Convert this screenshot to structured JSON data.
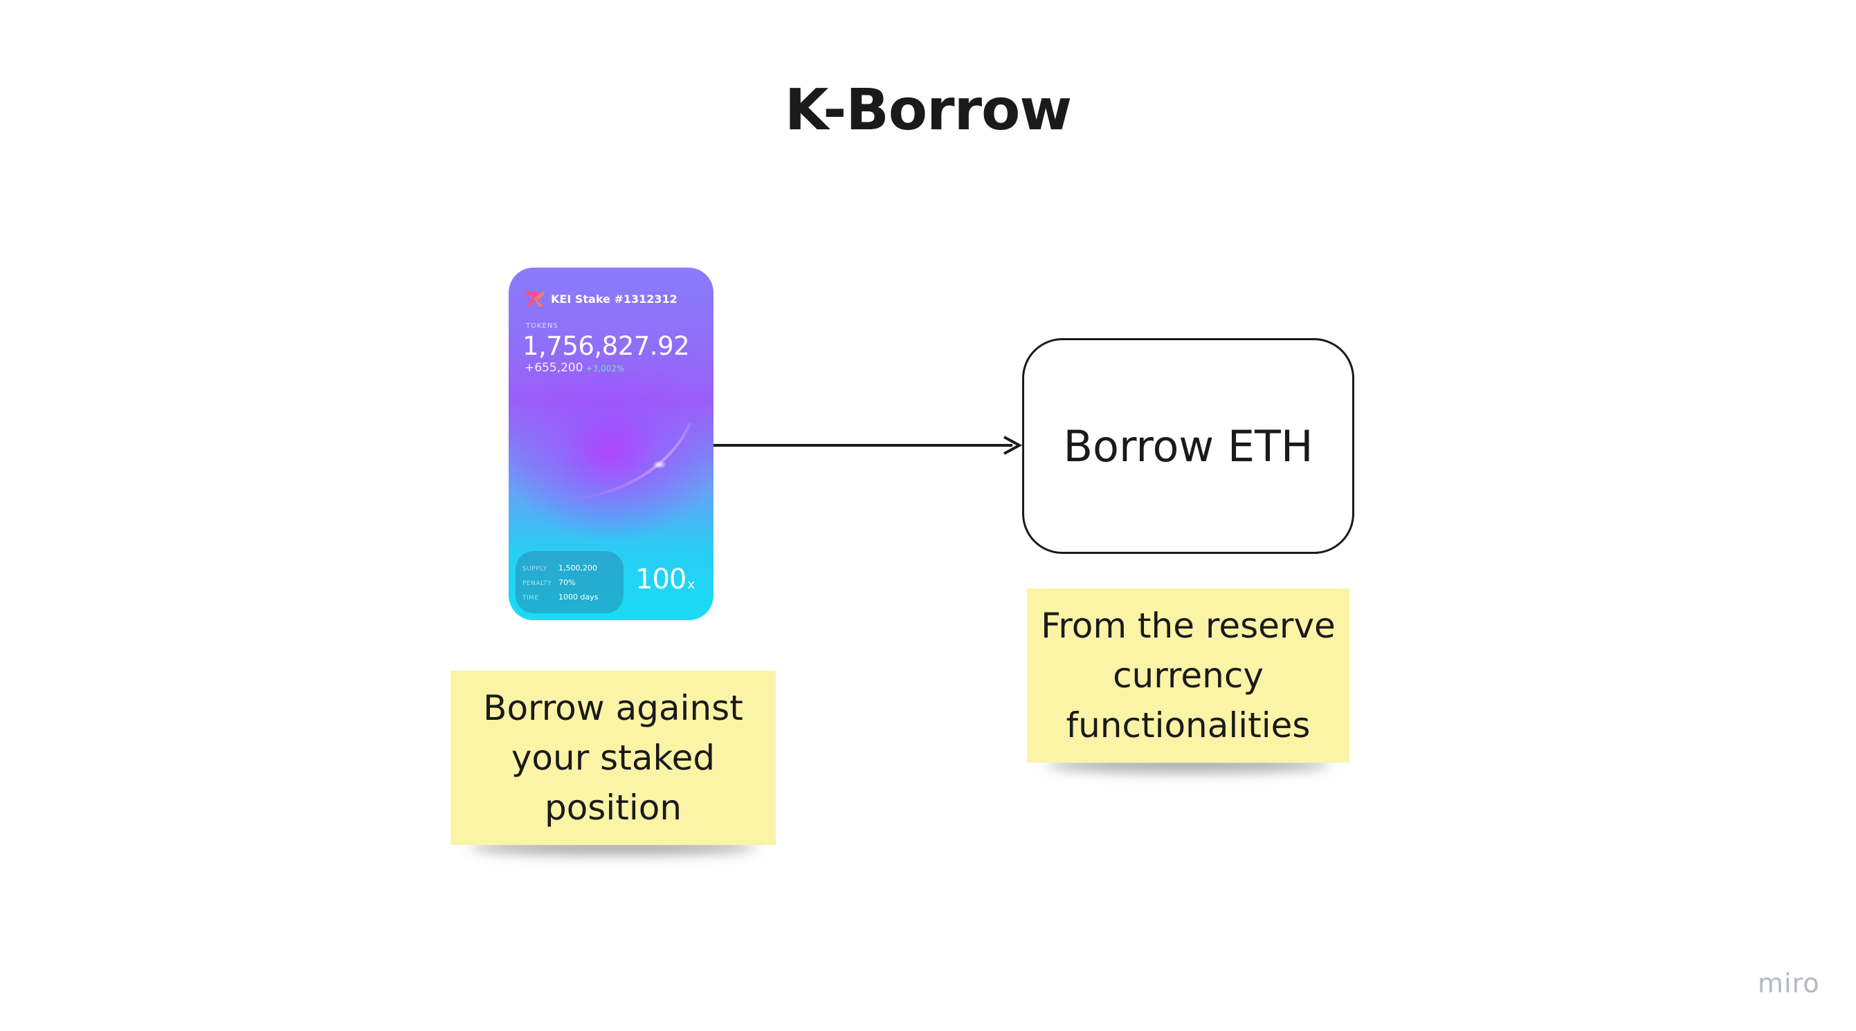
{
  "board": {
    "title": "K-Borrow"
  },
  "stake_card": {
    "title": "KEI Stake #1312312",
    "tokens_label": "TOKENS",
    "amount": "1,756,827.92",
    "change": "+655,200",
    "change_pct": "+3,002%",
    "stats": [
      {
        "label": "SUPPLY",
        "value": "1,500,200"
      },
      {
        "label": "PENALTY",
        "value": "70%"
      },
      {
        "label": "TIME",
        "value": "1000 days"
      }
    ],
    "multiplier": "100",
    "multiplier_suffix": "x",
    "colors": {
      "top": "#8a7cfb",
      "center": "#b242ff",
      "bottom": "#19dcf3"
    }
  },
  "shape": {
    "label": "Borrow ETH"
  },
  "notes": {
    "left": [
      "Borrow against",
      "your staked",
      "position"
    ],
    "right": [
      "From the reserve",
      "currency",
      "functionalities"
    ],
    "color": "#fbf3a6"
  },
  "connector": {
    "color": "#1a1a1a"
  },
  "watermark": {
    "text": "miro"
  }
}
